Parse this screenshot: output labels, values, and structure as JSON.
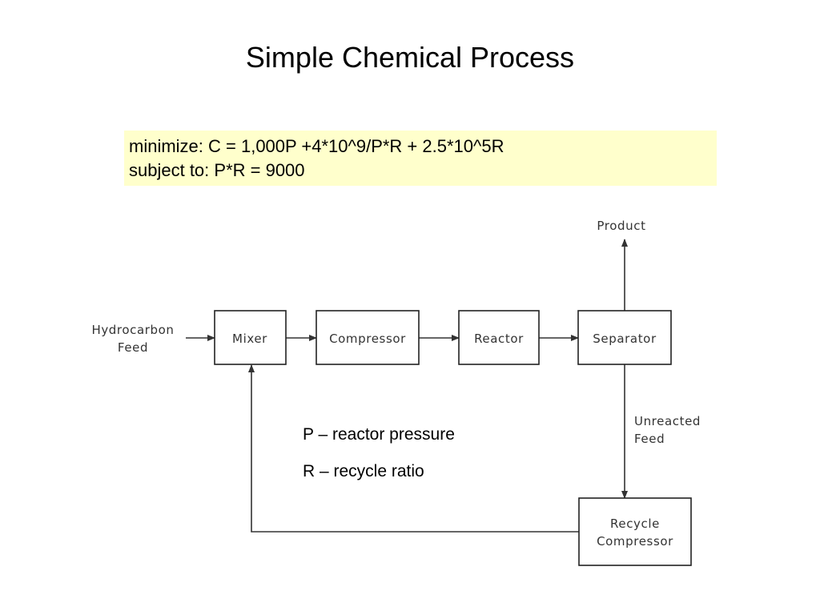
{
  "title": "Simple Chemical Process",
  "formula": {
    "objective": "minimize:  C = 1,000P +4*10^9/P*R +  2.5*10^5R",
    "constraint": "subject to:  P*R = 9000"
  },
  "diagram": {
    "nodes": {
      "mixer": "Mixer",
      "compressor": "Compressor",
      "reactor": "Reactor",
      "separator": "Separator",
      "recycle_compressor": [
        "Recycle",
        "Compressor"
      ]
    },
    "labels": {
      "feed": [
        "Hydrocarbon",
        "Feed"
      ],
      "product": "Product",
      "unreacted": [
        "Unreacted",
        "Feed"
      ]
    }
  },
  "legend": {
    "p": "P – reactor pressure",
    "r": "R – recycle ratio"
  }
}
